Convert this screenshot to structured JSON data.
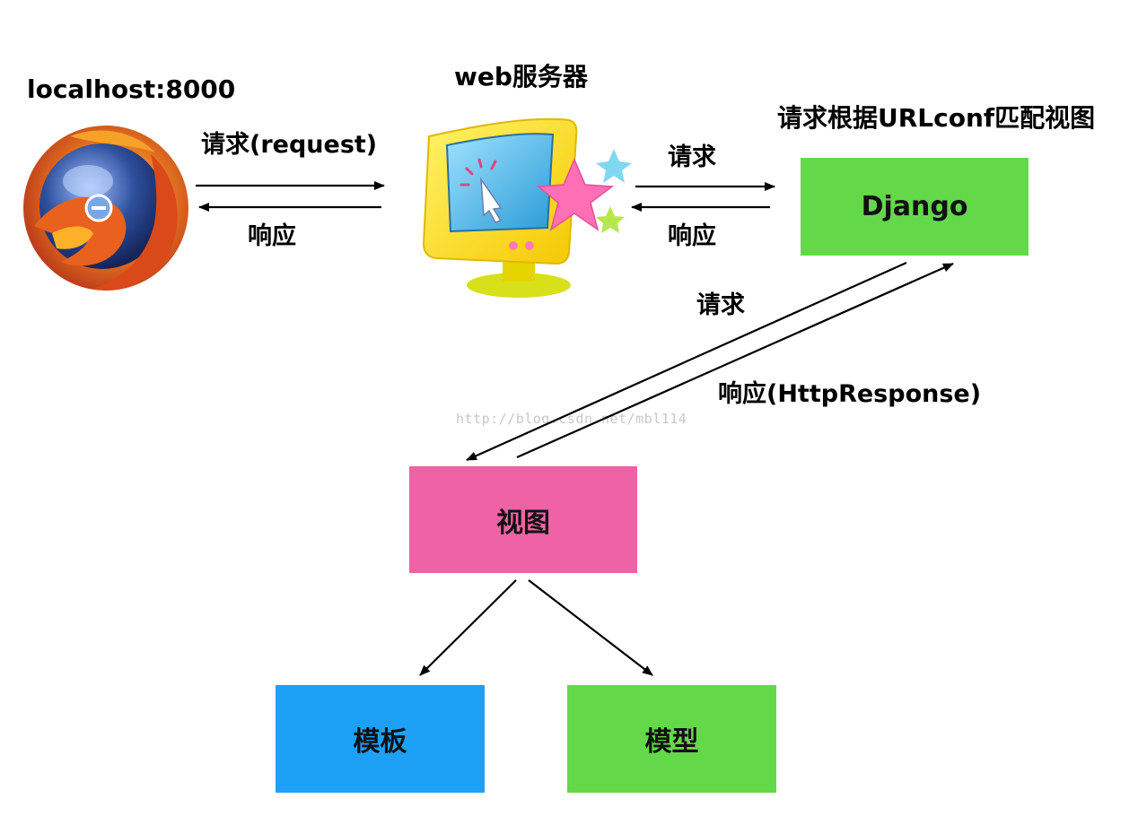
{
  "labels": {
    "browser_host": "localhost:8000",
    "web_server": "web服务器",
    "url_routing": "请求根据URLconf匹配视图",
    "request_browser": "请求(request)",
    "response_browser": "响应",
    "request_server": "请求",
    "response_server": "响应",
    "request_view": "请求",
    "response_view": "响应(HttpResponse)",
    "watermark": "http://blog.csdn.net/mbl114"
  },
  "nodes": {
    "django": {
      "label": "Django",
      "color": "#63d94a"
    },
    "view": {
      "label": "视图",
      "color": "#ef62a6"
    },
    "template": {
      "label": "模板",
      "color": "#1da1f7"
    },
    "model": {
      "label": "模型",
      "color": "#63d94a"
    }
  },
  "icons": {
    "browser": "firefox-logo-icon",
    "server": "computer-monitor-icon"
  },
  "colors": {
    "firefox_orange": "#e8611e",
    "firefox_globe": "#2e4f9c",
    "monitor_yellow": "#ffe41e",
    "monitor_screen": "#4bb6e8",
    "star_pink": "#ff6fb5",
    "star_blue": "#7fd8f0",
    "star_green": "#b6e84b"
  }
}
